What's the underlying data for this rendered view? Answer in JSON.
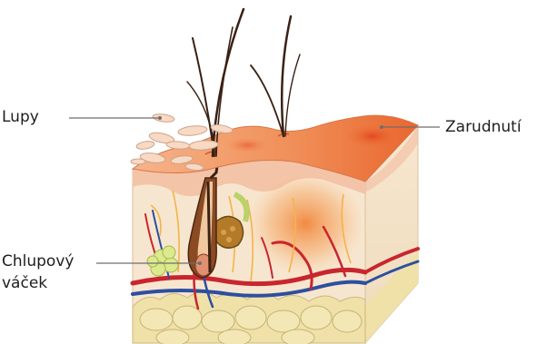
{
  "labels": {
    "dandruff": "Lupy",
    "redness": "Zarudnutí",
    "follicle_line1": "Chlupový",
    "follicle_line2": "váček"
  },
  "colors": {
    "skin_surface": "#f0a06e",
    "redness": "#e8622e",
    "dermis": "#f6e3cc",
    "fat": "#efe1a8",
    "artery": "#c8262e",
    "vein": "#2d4fa0",
    "hair": "#3a2114",
    "flakes": "#f9d6c0",
    "gland": "#cfe07a",
    "inflammation": "#f08a3a",
    "leader_line": "#6e6e6e"
  }
}
